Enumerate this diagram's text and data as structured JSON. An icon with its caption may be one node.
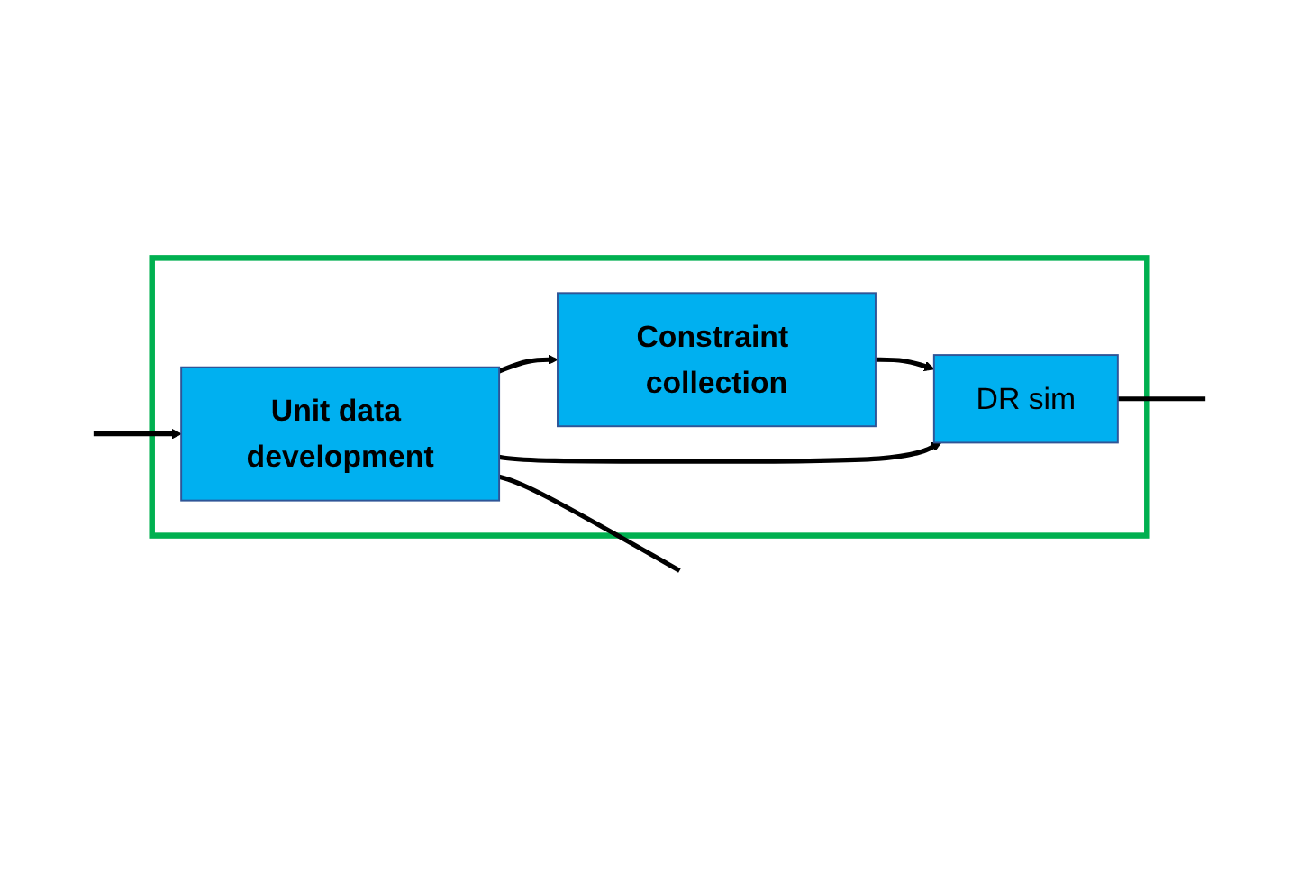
{
  "diagram": {
    "nodes": [
      {
        "text": [],
        "shape": "box"
      },
      {
        "text": [
          "Unit data development"
        ],
        "in": 0
      },
      {
        "text": [
          "Constraint collection"
        ],
        "in": 0
      },
      {
        "text": [
          "DR sim"
        ],
        "in": 0
      }
    ],
    "edges": [
      {
        "from": null,
        "to": 1,
        "arrow": "to"
      },
      {
        "from": 1,
        "to": 2,
        "arrow": "to"
      },
      {
        "from": 2,
        "to": 3,
        "arrow": "to"
      },
      {
        "from": 1,
        "to": 3,
        "arrow": "to"
      },
      {
        "from": 1,
        "to": null,
        "arrow": "none"
      },
      {
        "from": 3,
        "to": null,
        "arrow": "none"
      }
    ]
  }
}
